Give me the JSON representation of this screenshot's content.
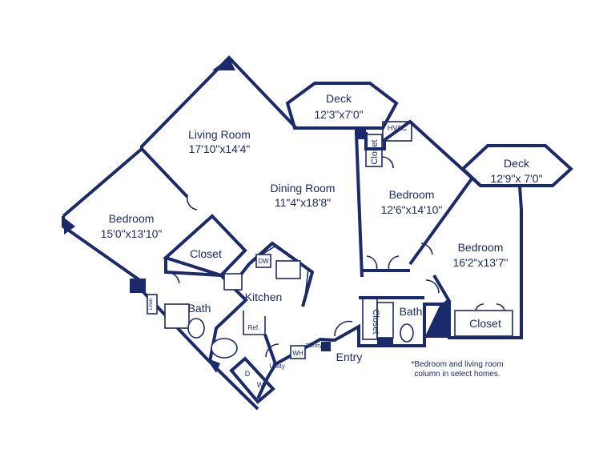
{
  "colors": {
    "ink": "#1b2a6b",
    "background": "#ffffff"
  },
  "rooms": {
    "living_room": {
      "name": "Living Room",
      "dims": "17'10\"x14'4\""
    },
    "dining_room": {
      "name": "Dining Room",
      "dims": "11\"4\"x18'8\""
    },
    "bedroom_1": {
      "name": "Bedroom",
      "dims": "15'0\"x13'10\""
    },
    "bedroom_2": {
      "name": "Bedroom",
      "dims": "12'6\"x14'10\""
    },
    "bedroom_3": {
      "name": "Bedroom",
      "dims": "16'2\"x13'7\""
    },
    "deck_1": {
      "name": "Deck",
      "dims": "12'3\"x7'0\""
    },
    "deck_2": {
      "name": "Deck",
      "dims": "12'9\"x 7'0\""
    },
    "kitchen": {
      "name": "Kitchen"
    },
    "bath_1": {
      "name": "Bath"
    },
    "bath_2": {
      "name": "Bath"
    },
    "closet_1": {
      "name": "Closet"
    },
    "closet_2": {
      "name": "Closet"
    },
    "closet_3": {
      "name": "Closet"
    },
    "closet_4": {
      "name": "Closet"
    },
    "entry": {
      "name": "Entry"
    }
  },
  "fixtures": {
    "hvac": "HVAC",
    "dw": "DW",
    "ref": "Ref.",
    "linen": "Linen",
    "pantry": "Pantry",
    "utility": "Utility",
    "wh": "WH",
    "dryer": "D",
    "washer": "W"
  },
  "note": {
    "line1": "*Bedroom and living room",
    "line2": "column in select homes."
  }
}
